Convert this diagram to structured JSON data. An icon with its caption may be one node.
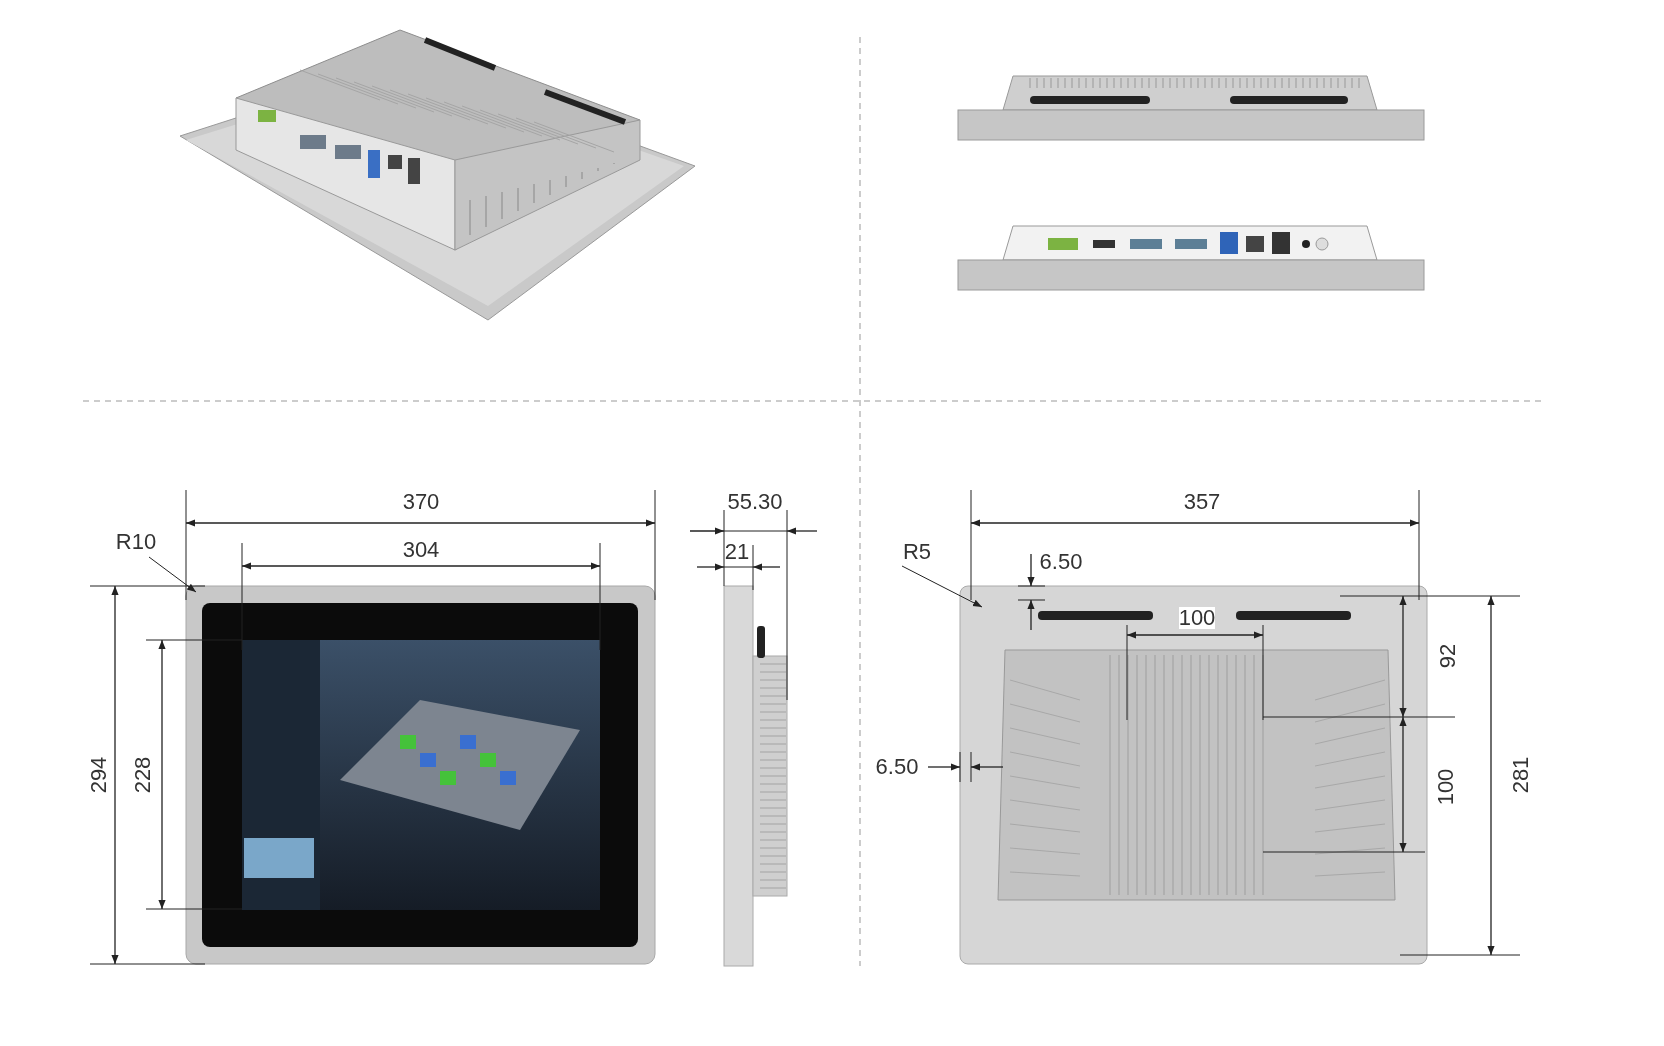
{
  "diagram": {
    "labels": [
      "370",
      "55.30",
      "357",
      "R10",
      "304",
      "21",
      "R5",
      "6.50",
      "100",
      "92",
      "6.50",
      "294",
      "228",
      "100",
      "281"
    ]
  }
}
